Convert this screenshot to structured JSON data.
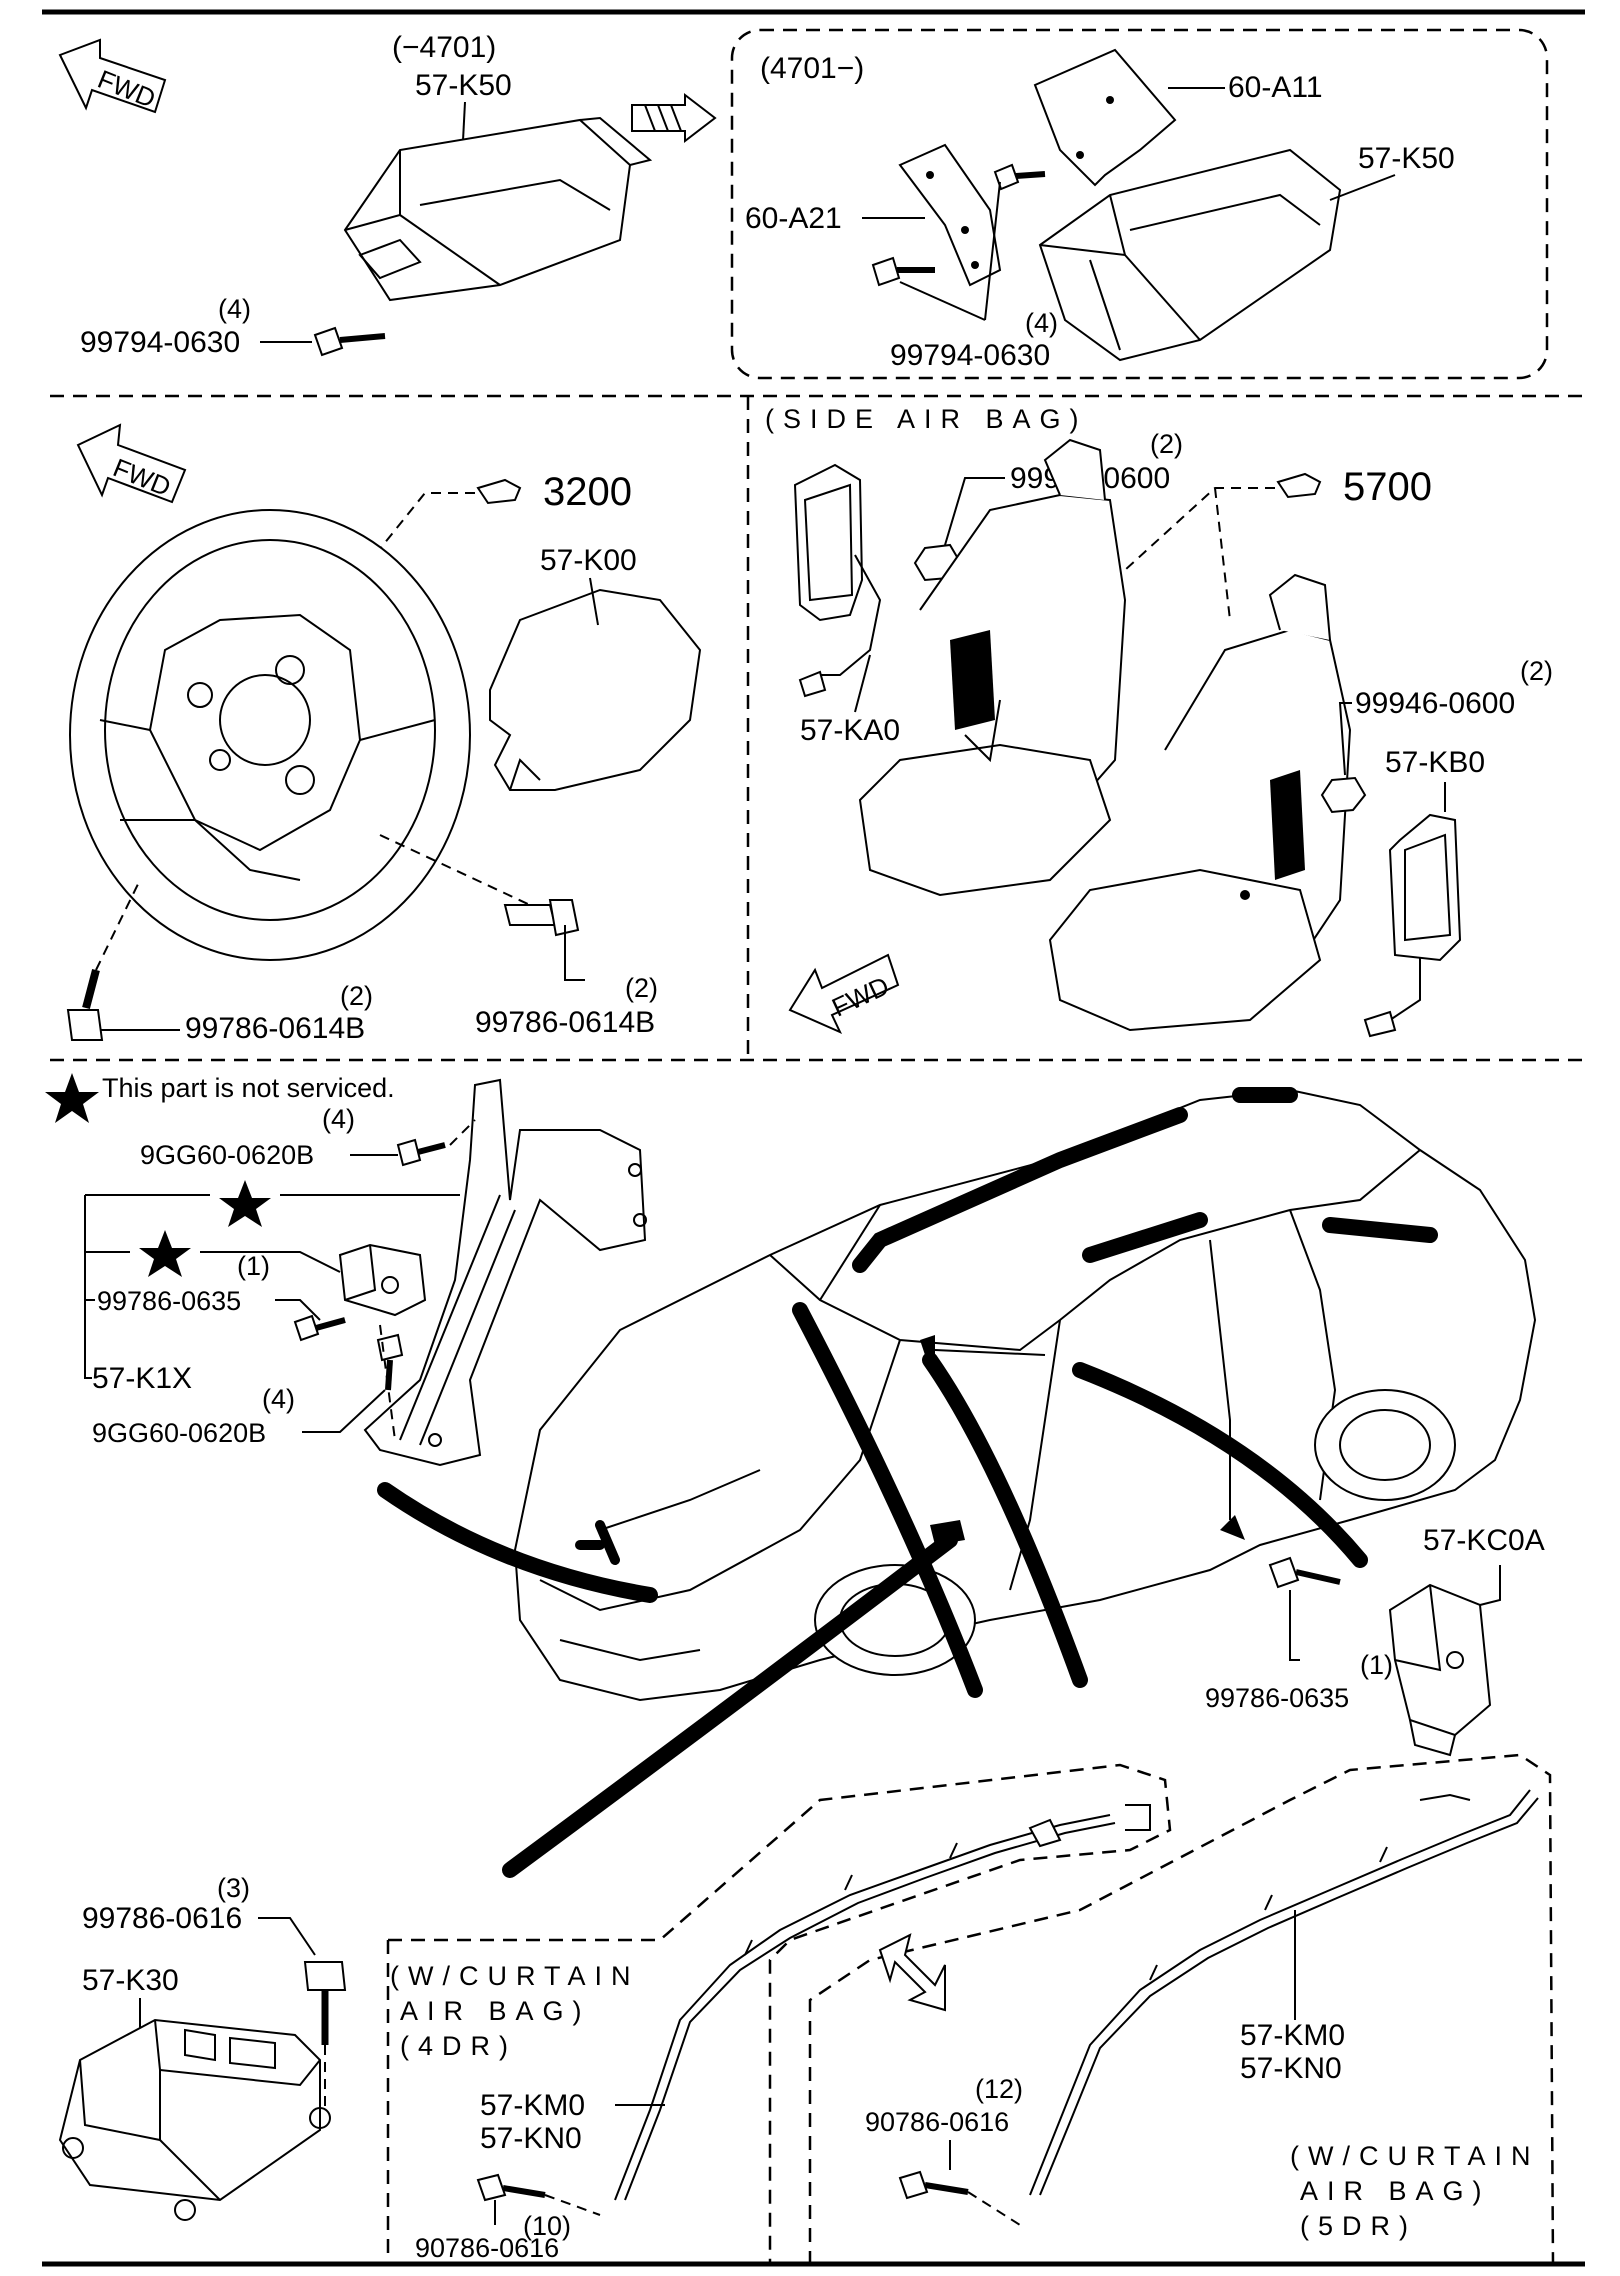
{
  "note": "This part is not serviced.",
  "panel1": {
    "range": "(−4701)",
    "part": "57-K50",
    "bolt": "99794-0630",
    "bolt_qty": "(4)",
    "fwd": "FWD"
  },
  "panel2": {
    "range": "(4701−)",
    "bracket_upper": "60-A11",
    "bracket_lower": "60-A21",
    "part": "57-K50",
    "bolt": "99794-0630",
    "bolt_qty": "(4)"
  },
  "panel3": {
    "ref": "3200",
    "pad": "57-K00",
    "bolt_left": "99786-0614B",
    "bolt_left_qty": "(2)",
    "bolt_right": "99786-0614B",
    "bolt_right_qty": "(2)",
    "fwd": "FWD"
  },
  "panel4": {
    "title": "(SIDE AIR BAG)",
    "ref": "5700",
    "nut_top": "99946-0600",
    "nut_top_qty": "(2)",
    "module_left": "57-KA0",
    "nut_right": "99946-0600",
    "nut_right_qty": "(2)",
    "module_right": "57-KB0",
    "fwd": "FWD"
  },
  "panel5": {
    "bolt_a": "9GG60-0620B",
    "bolt_a_qty": "(4)",
    "bolt_b": "99786-0635",
    "bolt_b_qty": "(1)",
    "sensor": "57-K1X",
    "bolt_c": "9GG60-0620B",
    "bolt_c_qty": "(4)",
    "side_sensor": "57-KC0A",
    "side_bolt": "99786-0635",
    "side_bolt_qty": "(1)"
  },
  "panel6": {
    "bolt": "99786-0616",
    "bolt_qty": "(3)",
    "unit": "57-K30",
    "curtain4_line1": "(W/CURTAIN",
    "curtain4_line2": "AIR BAG)",
    "curtain4_line3": "(4DR)",
    "curtain4_part1": "57-KM0",
    "curtain4_part2": "57-KN0",
    "curtain4_bolt": "90786-0616",
    "curtain4_bolt_qty": "(10)",
    "curtain5_part1": "57-KM0",
    "curtain5_part2": "57-KN0",
    "curtain5_bolt": "90786-0616",
    "curtain5_bolt_qty": "(12)",
    "curtain5_line1": "(W/CURTAIN",
    "curtain5_line2": "AIR BAG)",
    "curtain5_line3": "(5DR)"
  }
}
